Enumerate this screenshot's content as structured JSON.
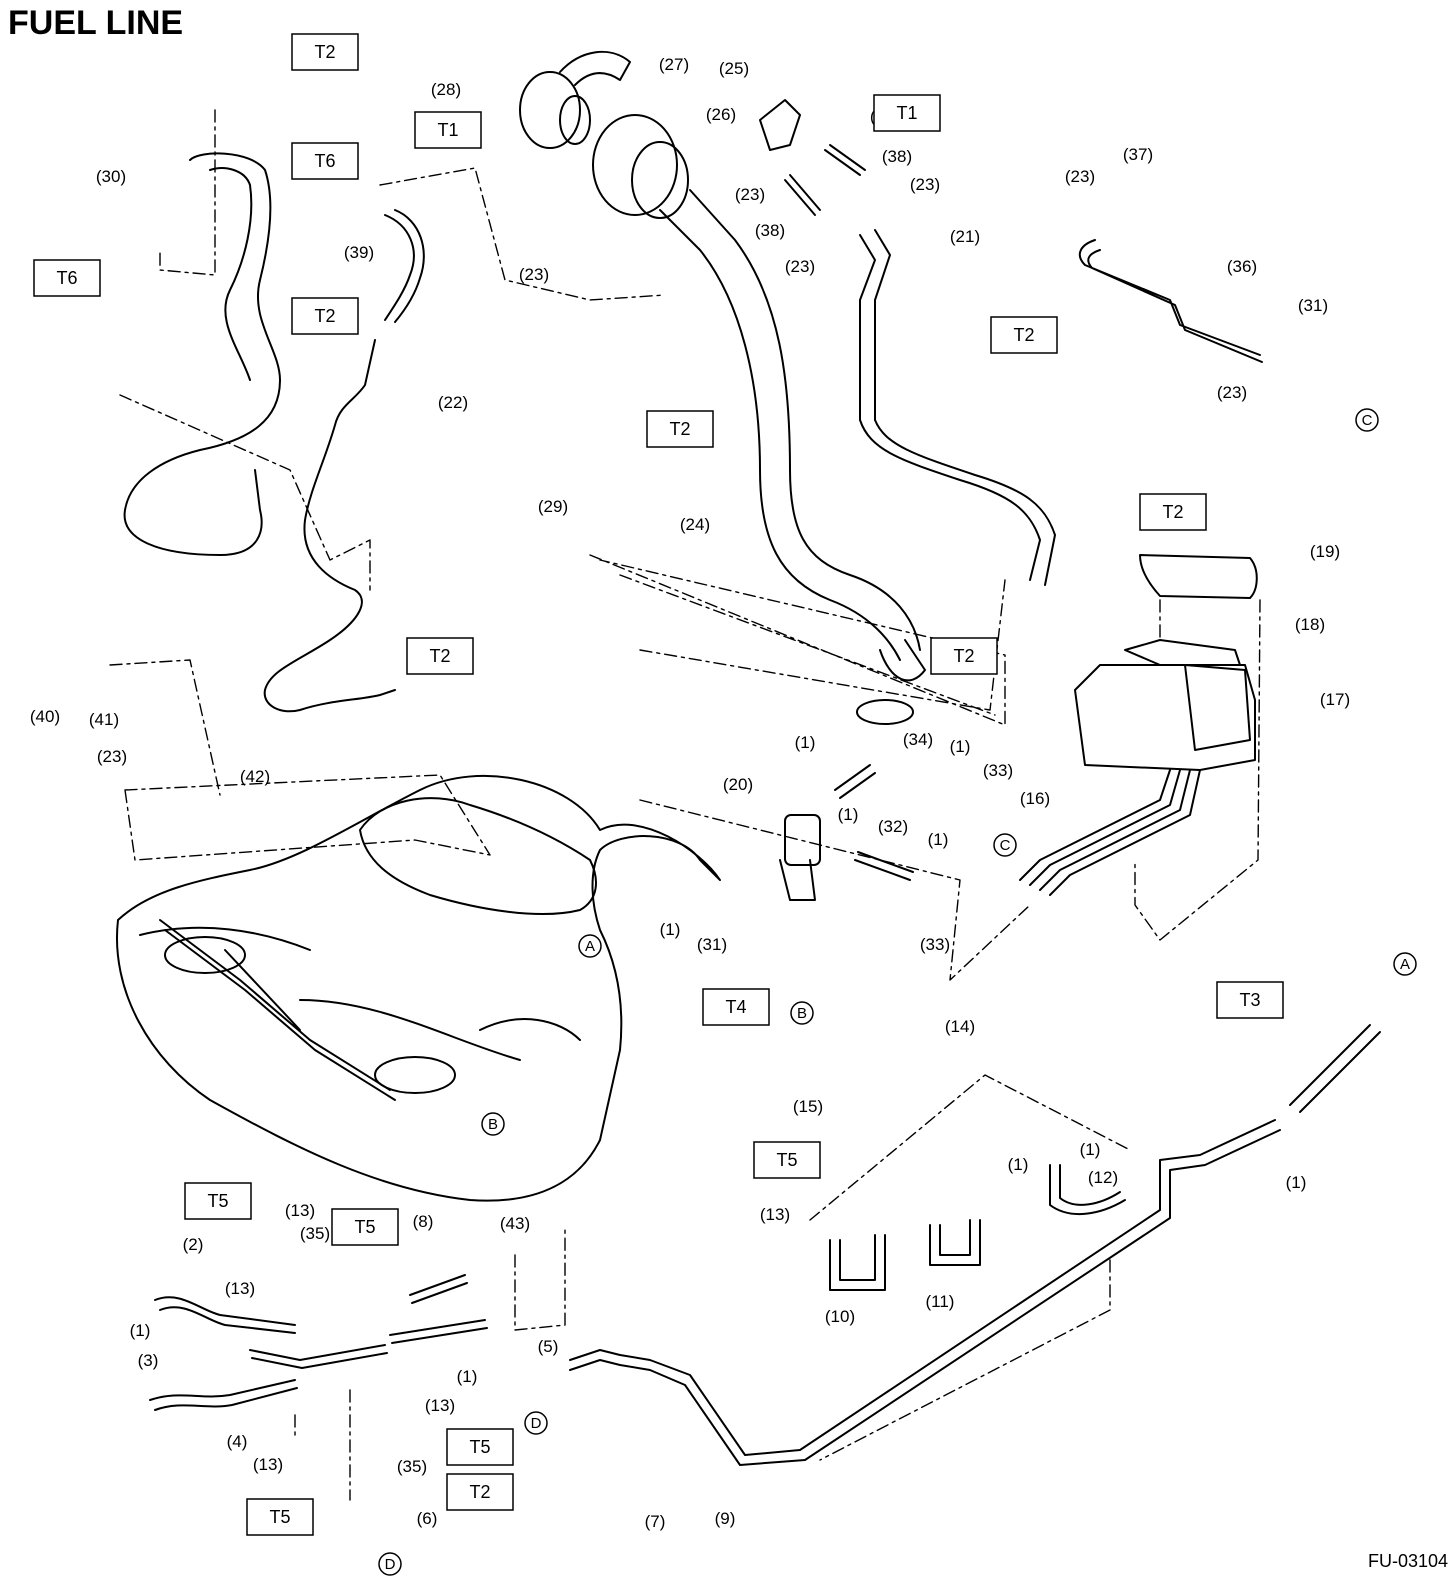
{
  "title": "FUEL LINE",
  "figure_id": "FU-03104",
  "part_labels": [
    "(1)",
    "(2)",
    "(3)",
    "(4)",
    "(5)",
    "(6)",
    "(7)",
    "(8)",
    "(9)",
    "(10)",
    "(11)",
    "(12)",
    "(13)",
    "(14)",
    "(15)",
    "(16)",
    "(17)",
    "(18)",
    "(19)",
    "(20)",
    "(21)",
    "(22)",
    "(23)",
    "(24)",
    "(25)",
    "(26)",
    "(27)",
    "(28)",
    "(29)",
    "(30)",
    "(31)",
    "(32)",
    "(33)",
    "(34)",
    "(35)",
    "(36)",
    "(37)",
    "(38)",
    "(39)",
    "(40)",
    "(41)",
    "(42)",
    "(43)"
  ],
  "torque_labels": [
    "T1",
    "T2",
    "T3",
    "T4",
    "T5",
    "T6"
  ],
  "connector_refs": [
    "A",
    "B",
    "C",
    "D"
  ],
  "colors": {
    "line": "#000000",
    "background": "#ffffff"
  }
}
